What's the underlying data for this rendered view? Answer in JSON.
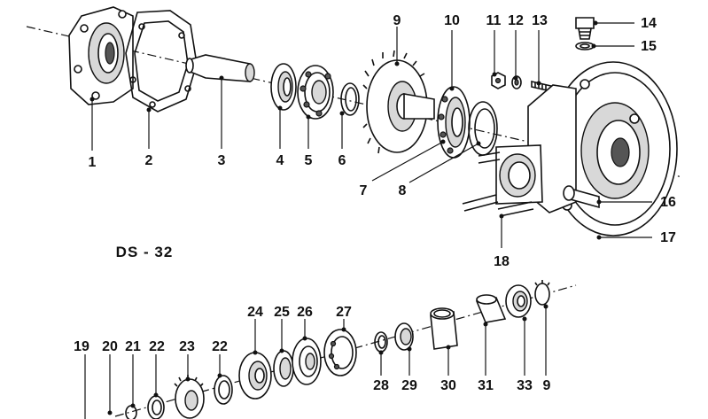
{
  "diagram": {
    "title": "DS - 32",
    "callouts": [
      "1",
      "2",
      "3",
      "4",
      "5",
      "6",
      "7",
      "8",
      "9",
      "10",
      "11",
      "12",
      "13",
      "14",
      "15",
      "16",
      "17",
      "18",
      "19",
      "20",
      "21",
      "22",
      "22",
      "23",
      "24",
      "25",
      "26",
      "27",
      "28",
      "29",
      "30",
      "31",
      "33",
      "9"
    ]
  }
}
